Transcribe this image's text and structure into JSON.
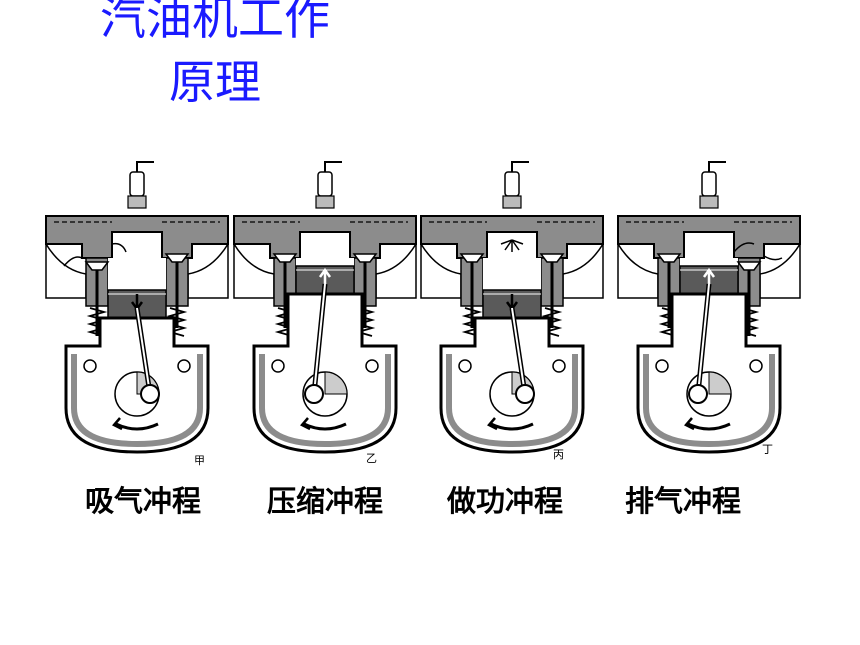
{
  "title": {
    "line1": "汽油机工作",
    "line2": "原理"
  },
  "strokes": [
    {
      "name": "吸气冲程",
      "fig": "甲",
      "piston": "down",
      "intake_open": true,
      "exhaust_open": false,
      "spark": false
    },
    {
      "name": "压缩冲程",
      "fig": "乙",
      "piston": "up",
      "intake_open": false,
      "exhaust_open": false,
      "spark": false
    },
    {
      "name": "做功冲程",
      "fig": "丙",
      "piston": "down",
      "intake_open": false,
      "exhaust_open": false,
      "spark": true
    },
    {
      "name": "排气冲程",
      "fig": "丁",
      "piston": "up",
      "intake_open": false,
      "exhaust_open": true,
      "spark": false
    }
  ],
  "colors": {
    "title": "#1a1aff",
    "ink": "#000000",
    "wall": "#8c8c8c",
    "piston": "#5a5a5a"
  }
}
